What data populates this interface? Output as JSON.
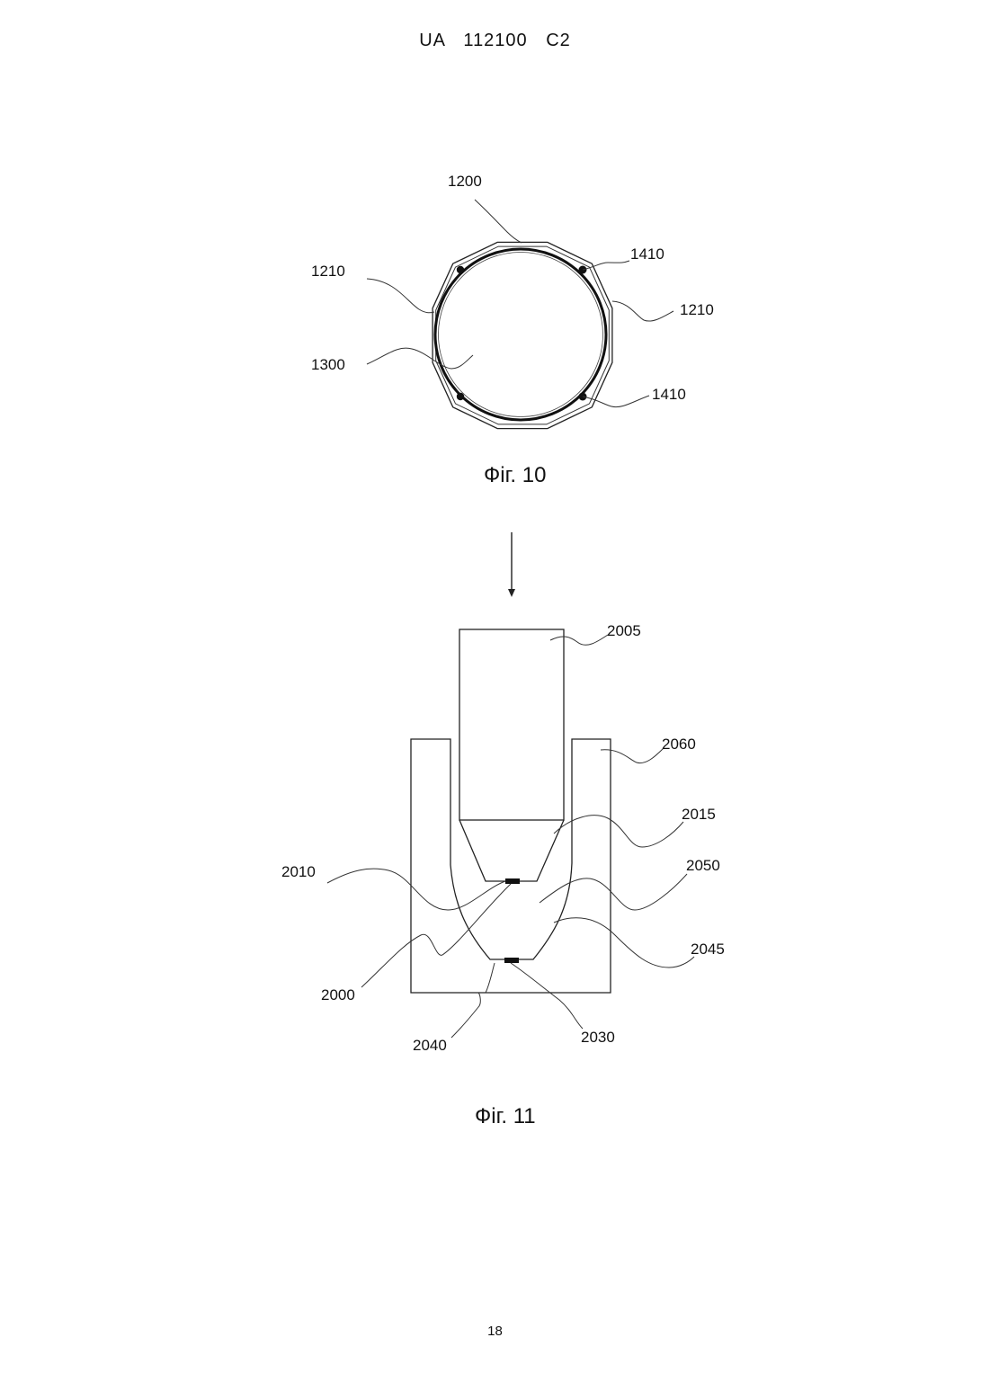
{
  "header": {
    "patent_number": "UA 112100 C2"
  },
  "page_number": "18",
  "figure10": {
    "caption": "Фіг. 10",
    "labels": {
      "l1200": "1200",
      "l1210_left": "1210",
      "l1210_right": "1210",
      "l1410_top": "1410",
      "l1410_bottom": "1410",
      "l1300": "1300"
    }
  },
  "figure11": {
    "caption": "Фіг. 11",
    "labels": {
      "l2005": "2005",
      "l2060": "2060",
      "l2015": "2015",
      "l2050": "2050",
      "l2010": "2010",
      "l2045": "2045",
      "l2000": "2000",
      "l2030": "2030",
      "l2040": "2040"
    }
  }
}
